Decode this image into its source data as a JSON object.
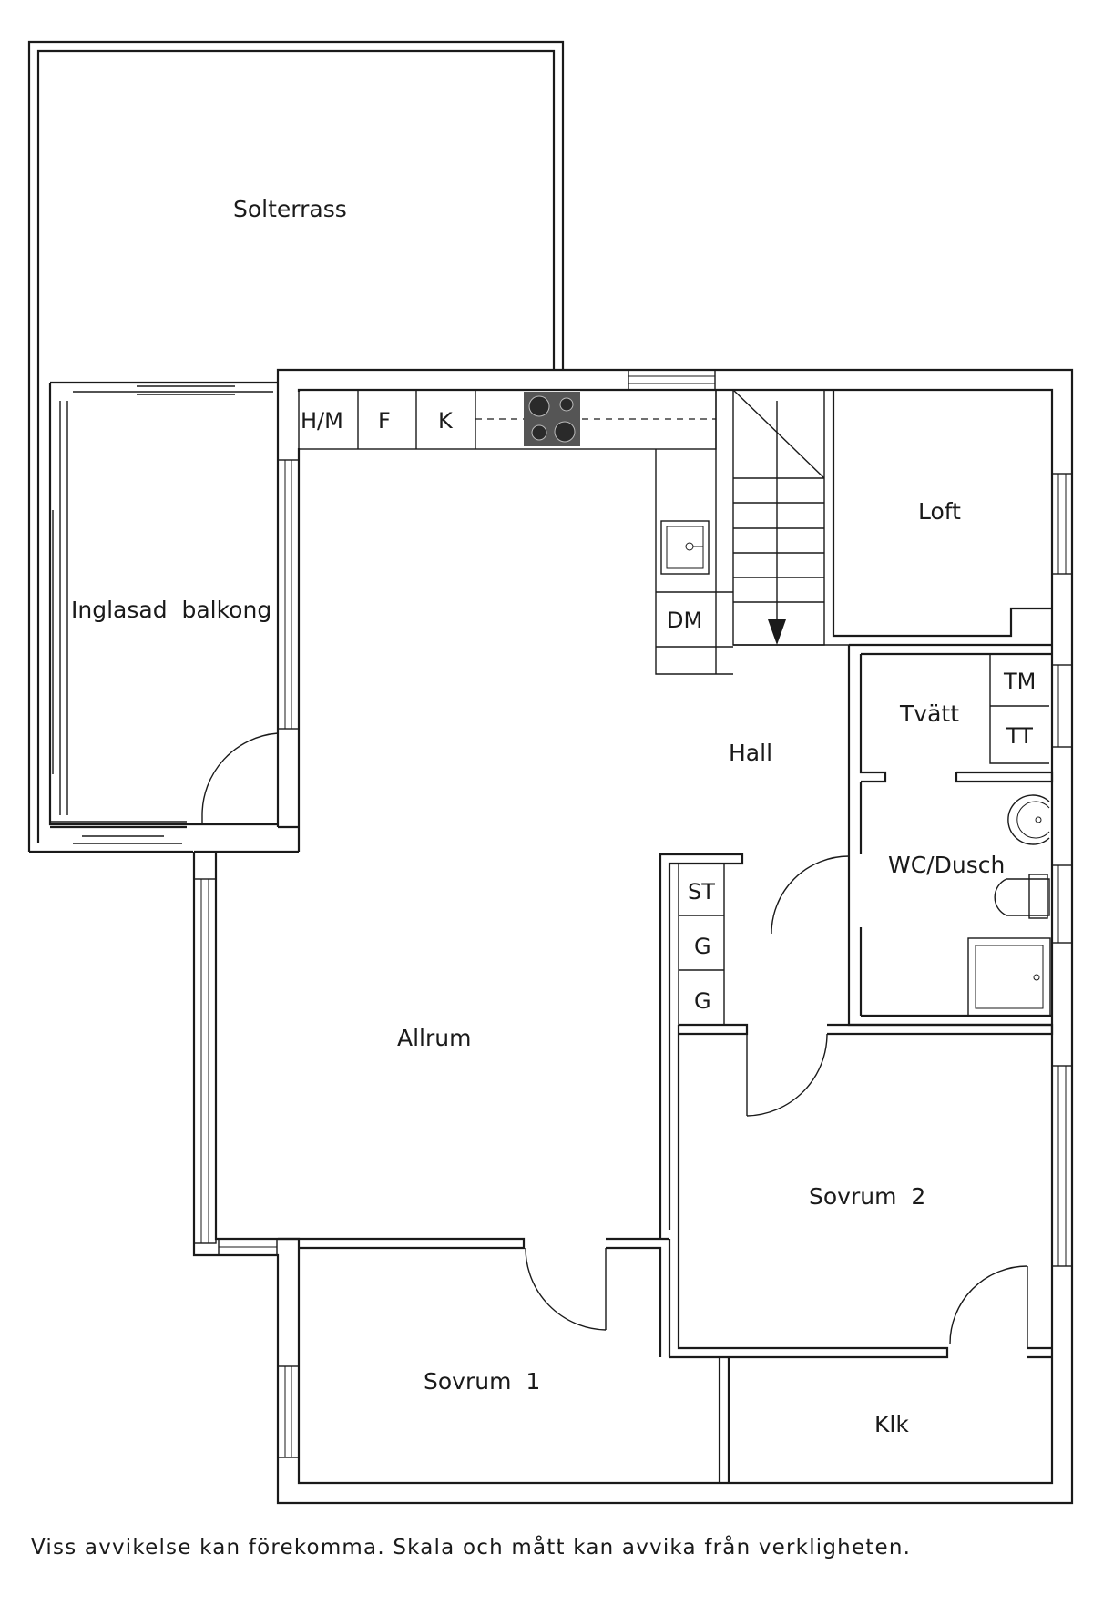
{
  "rooms": {
    "solterrass": "Solterrass",
    "balkong": "Inglasad  balkong",
    "loft": "Loft",
    "hall": "Hall",
    "tvatt": "Tvätt",
    "wc": "WC/Dusch",
    "allrum": "Allrum",
    "sovrum2": "Sovrum  2",
    "sovrum1": "Sovrum  1",
    "klk": "Klk"
  },
  "fixtures": {
    "hm": "H/M",
    "f": "F",
    "k": "K",
    "dm": "DM",
    "tm": "TM",
    "tt": "TT",
    "st": "ST",
    "g1": "G",
    "g2": "G"
  },
  "disclaimer": "Viss  avvikelse  kan  förekomma.  Skala  och  mått  kan  avvika  från  verkligheten."
}
